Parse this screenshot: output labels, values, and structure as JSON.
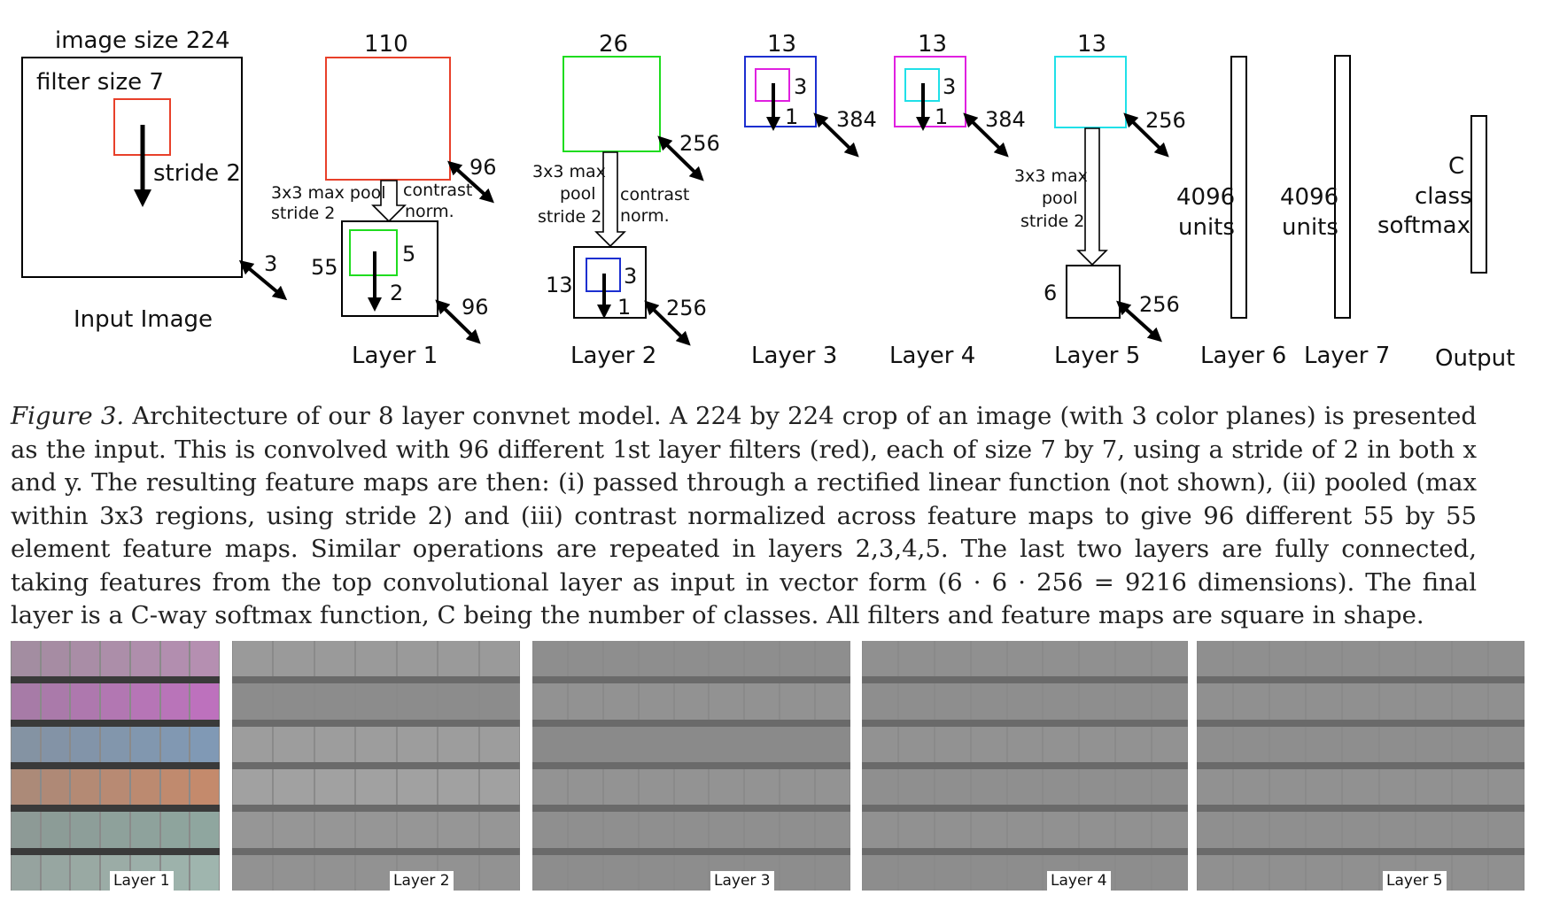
{
  "diagram": {
    "input": {
      "size_label": "image size 224",
      "filter_label": "filter size 7",
      "stride_label": "stride 2",
      "depth": "3",
      "name": "Input Image"
    },
    "layer1": {
      "top_size": "110",
      "depth_top": "96",
      "op_line1": "3x3 max pool",
      "op_line2": "stride 2",
      "contrast_line1": "contrast",
      "contrast_line2": "norm.",
      "bottom_size": "55",
      "filter": "5",
      "stride": "2",
      "depth_bottom": "96",
      "name": "Layer 1"
    },
    "layer2": {
      "top_size": "26",
      "depth_top": "256",
      "op_line1": "3x3 max",
      "op_line2": "pool",
      "op_line3": "stride 2",
      "contrast_line1": "contrast",
      "contrast_line2": "norm.",
      "bottom_size": "13",
      "filter": "3",
      "stride": "1",
      "depth_bottom": "256",
      "name": "Layer 2"
    },
    "layer3": {
      "size": "13",
      "filter": "3",
      "stride": "1",
      "depth": "384",
      "name": "Layer 3"
    },
    "layer4": {
      "size": "13",
      "filter": "3",
      "stride": "1",
      "depth": "384",
      "name": "Layer 4"
    },
    "layer5": {
      "top_size": "13",
      "depth_top": "256",
      "op_line1": "3x3 max",
      "op_line2": "pool",
      "op_line3": "stride 2",
      "bottom_size": "6",
      "depth_bottom": "256",
      "name": "Layer 5"
    },
    "layer6": {
      "units_line1": "4096",
      "units_line2": "units",
      "name": "Layer 6"
    },
    "layer7": {
      "units_line1": "4096",
      "units_line2": "units",
      "name": "Layer 7"
    },
    "output": {
      "line1": "C",
      "line2": "class",
      "line3": "softmax",
      "name": "Output"
    },
    "colors": {
      "red": "#e8402a",
      "green": "#1fdc1f",
      "blue": "#1c2fd0",
      "magenta": "#e020e0",
      "cyan": "#20e0e8"
    }
  },
  "caption": {
    "label": "Figure 3.",
    "text": " Architecture of our 8 layer convnet model. A 224 by 224 crop of an image (with 3 color planes) is presented as the input. This is convolved with 96 different 1st layer filters (red), each of size 7 by 7, using a stride of 2 in both x and y. The resulting feature maps are then: (i) passed through a rectified linear function (not shown), (ii) pooled (max within 3x3 regions, using stride 2) and (iii) contrast normalized across feature maps to give 96 different 55 by 55 element feature maps. Similar operations are repeated in layers 2,3,4,5. The last two layers are fully connected, taking features from the top convolutional layer as input in vector form (6 · 6 · 256 = 9216 dimensions). The final layer is a C-way softmax function, C being the number of classes. All filters and feature maps are square in shape."
  },
  "panels": [
    {
      "label": "Layer 1"
    },
    {
      "label": "Layer 2"
    },
    {
      "label": "Layer 3"
    },
    {
      "label": "Layer 4"
    },
    {
      "label": "Layer 5"
    }
  ]
}
